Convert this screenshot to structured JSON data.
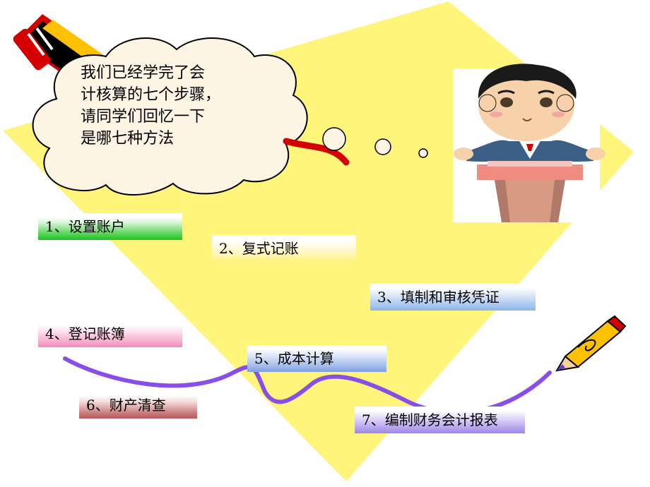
{
  "bubble": {
    "lines": [
      "我们已经学完了会",
      "计核算的七个步骤，",
      "请同学们回忆一下",
      "是哪七种方法"
    ]
  },
  "steps": [
    {
      "label": "1、设置账户"
    },
    {
      "label": "2、复式记账"
    },
    {
      "label": "3、填制和审核凭证"
    },
    {
      "label": "4、登记账簿"
    },
    {
      "label": "5、成本计算"
    },
    {
      "label": "6、财产清查"
    },
    {
      "label": "7、编制财务会计报表"
    }
  ],
  "colors": {
    "background_diamond": "#fff57a",
    "wave_line": "#8a4ee8",
    "bubble_fill": "#fdf4e4"
  }
}
